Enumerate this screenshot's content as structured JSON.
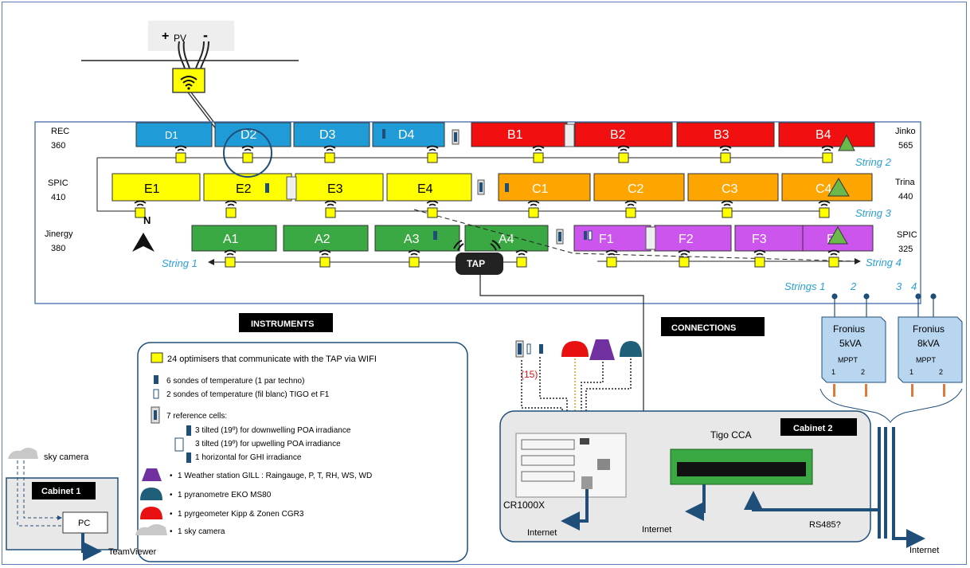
{
  "pv": {
    "plus": "+",
    "label": "PV",
    "minus": "-"
  },
  "rows": [
    {
      "tech": "REC",
      "power": "360",
      "panels": [
        "D1",
        "D2",
        "D3",
        "D4",
        "B1",
        "B2",
        "B3",
        "B4"
      ],
      "color_left": "#1f9bd7",
      "color_right": "#f20f0f"
    },
    {
      "tech": "SPIC",
      "power": "410",
      "panels": [
        "E1",
        "E2",
        "E3",
        "E4",
        "C1",
        "C2",
        "C3",
        "C4"
      ],
      "color_left": "#ffff00",
      "color_right": "#ffa500"
    },
    {
      "tech": "Jinergy",
      "power": "380",
      "panels": [
        "A1",
        "A2",
        "A3",
        "A4",
        "F1",
        "F2",
        "F3",
        "F4"
      ],
      "color_left": "#3aa843",
      "color_right": "#cc55ee"
    }
  ],
  "right_tech": [
    {
      "name": "Jinko",
      "power": "565"
    },
    {
      "name": "Trina",
      "power": "440"
    },
    {
      "name": "SPIC",
      "power": "325"
    }
  ],
  "strings": {
    "s1": "String 1",
    "s2": "String 2",
    "s3": "String 3",
    "s4": "String 4",
    "header": "Strings 1",
    "n2": "2",
    "n3": "3",
    "n4": "4"
  },
  "tap": "TAP",
  "instruments": {
    "title": "INSTRUMENTS",
    "items": [
      "24 optimisers that communicate with the TAP via WIFI",
      "6 sondes of temperature (1 par techno)",
      "2 sondes of temperature (fil blanc) TIGO et F1",
      "7 reference cells:",
      "3 tilted (19º) for downwelling POA irradiance",
      "3 tilted (19º) for upwelling POA irradiance",
      "1 horizontal for GHI irradiance",
      "1 Weather station GILL : Raingauge,  P, T, RH, WS, WD",
      "1 pyranometre EKO MS80",
      "1 pyrgeometer Kipp & Zonen CGR3",
      "1 sky camera"
    ],
    "bullet": "•"
  },
  "connections": {
    "title": "CONNECTIONS",
    "count_15": "(15)",
    "cabinet2": "Cabinet 2",
    "tigo": "Tigo CCA",
    "cr1000x": "CR1000X",
    "internet_cr": "Internet",
    "internet_tigo": "Internet",
    "rs485": "RS485?",
    "internet_inv": "Internet"
  },
  "inverters": [
    {
      "name": "Fronius",
      "rating": "5kVA",
      "mppt": "MPPT",
      "in1": "1",
      "in2": "2"
    },
    {
      "name": "Fronius",
      "rating": "8kVA",
      "mppt": "MPPT",
      "in1": "1",
      "in2": "2"
    }
  ],
  "cabinet1": {
    "title": "Cabinet 1",
    "pc": "PC",
    "sky_camera": "sky camera",
    "teamviewer": "TeamViewer"
  },
  "colors": {
    "accent_blue": "#1f4e79",
    "string_label": "#2a9fd6",
    "optimiser": "#ffff00",
    "sensor_dark": "#1f4e79"
  }
}
